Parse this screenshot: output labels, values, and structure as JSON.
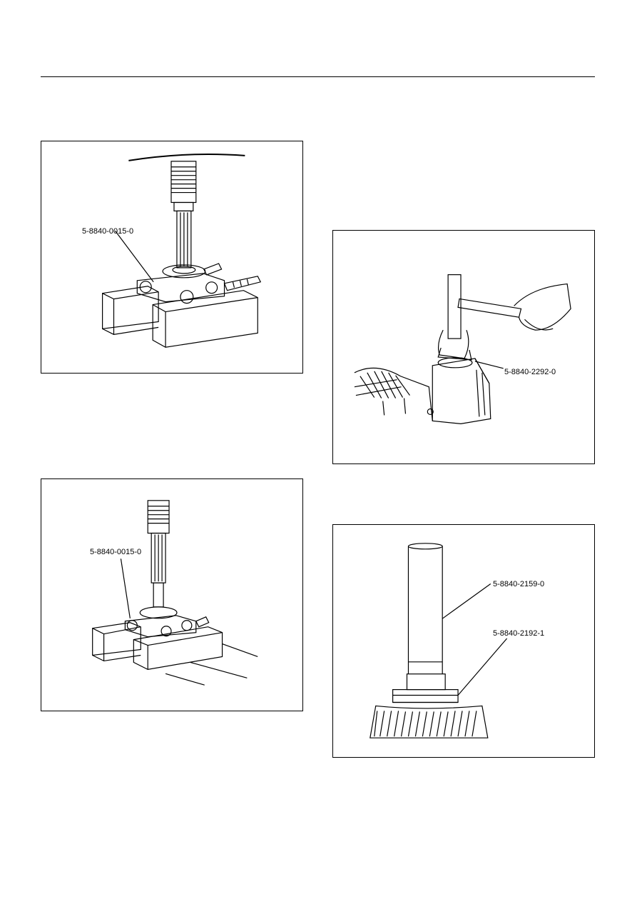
{
  "figures": [
    {
      "callout": "5-8840-0015-0"
    },
    {
      "callout": "5-8840-0015-0"
    },
    {
      "callout": "5-8840-2292-0"
    },
    {
      "callouts": [
        "5-8840-2159-0",
        "5-8840-2192-1"
      ]
    }
  ]
}
